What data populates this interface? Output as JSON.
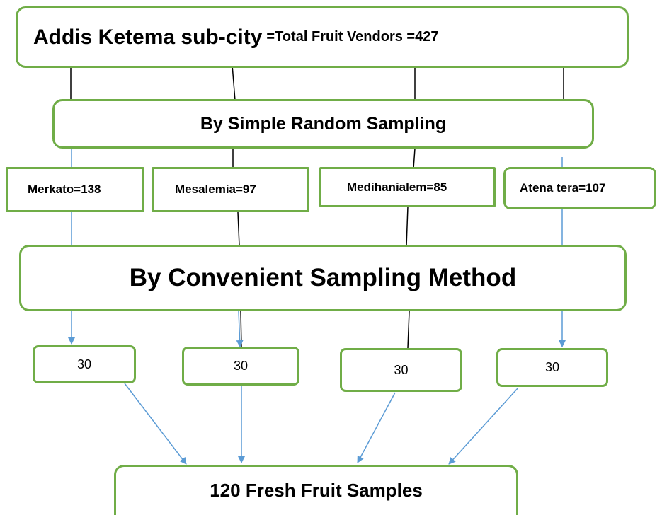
{
  "top": {
    "main": "Addis Ketema sub-city",
    "suffix": "=Total Fruit Vendors =427"
  },
  "random_sampling": "By Simple Random Sampling",
  "areas": [
    "Merkato=138",
    "Mesalemia=97",
    "Medihanialem=85",
    "Atena tera=107"
  ],
  "convenient_sampling": "By Convenient Sampling Method",
  "samples": [
    "30",
    "30",
    "30",
    "30"
  ],
  "total": "120 Fresh Fruit Samples",
  "colors": {
    "box_border": "#70ad47",
    "arrow": "#5b9bd5",
    "line": "#000000"
  }
}
